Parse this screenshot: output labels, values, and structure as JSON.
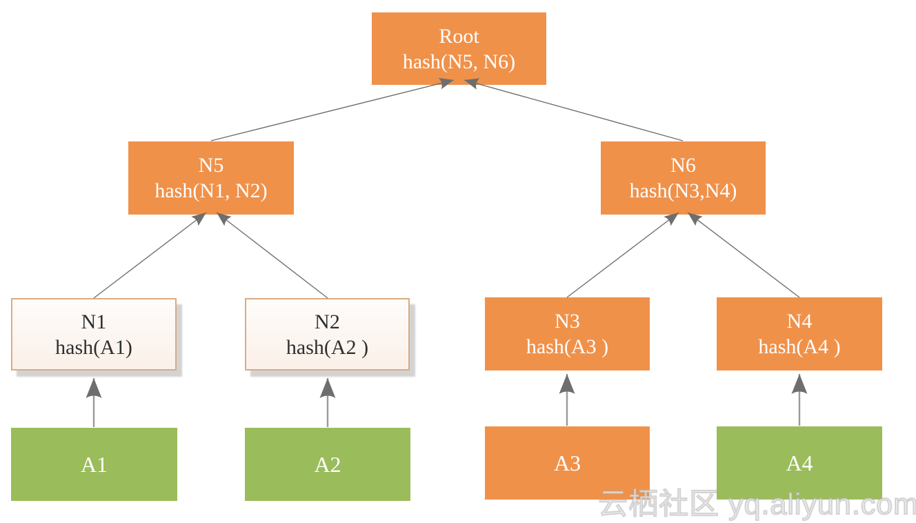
{
  "canvas": {
    "background": "#ffffff"
  },
  "colors": {
    "branch_node_fill": "#F0914A",
    "leaf_data_fill_green": "#9BBC5B",
    "leaf_data_fill_orange": "#F0914A",
    "hash_leaf_fill": "#FDF6F0",
    "hash_leaf_border": "#D8AC83",
    "arrow_head": "#6E6E6E",
    "edge_diagonal": "#6F6F6F",
    "edge_vertical": "#9A9A9A",
    "text_on_fill": "#FFFFFF",
    "text_on_light": "#2E2E2E"
  },
  "nodes": {
    "root": {
      "label": "Root",
      "hash": "hash(N5, N6)"
    },
    "n5": {
      "label": "N5",
      "hash": "hash(N1, N2)"
    },
    "n6": {
      "label": "N6",
      "hash": "hash(N3,N4)"
    },
    "n1": {
      "label": "N1",
      "hash": "hash(A1)"
    },
    "n2": {
      "label": "N2",
      "hash": "hash(A2 )"
    },
    "n3": {
      "label": "N3",
      "hash": "hash(A3 )"
    },
    "n4": {
      "label": "N4",
      "hash": "hash(A4 )"
    },
    "a1": {
      "label": "A1"
    },
    "a2": {
      "label": "A2"
    },
    "a3": {
      "label": "A3"
    },
    "a4": {
      "label": "A4"
    }
  },
  "edges": [
    {
      "from": "N5",
      "to": "Root"
    },
    {
      "from": "N6",
      "to": "Root"
    },
    {
      "from": "N1",
      "to": "N5"
    },
    {
      "from": "N2",
      "to": "N5"
    },
    {
      "from": "N3",
      "to": "N6"
    },
    {
      "from": "N4",
      "to": "N6"
    },
    {
      "from": "A1",
      "to": "N1"
    },
    {
      "from": "A2",
      "to": "N2"
    },
    {
      "from": "A3",
      "to": "N3"
    },
    {
      "from": "A4",
      "to": "N4"
    }
  ],
  "watermark": {
    "text": "云栖社区 yq.aliyun.com"
  }
}
